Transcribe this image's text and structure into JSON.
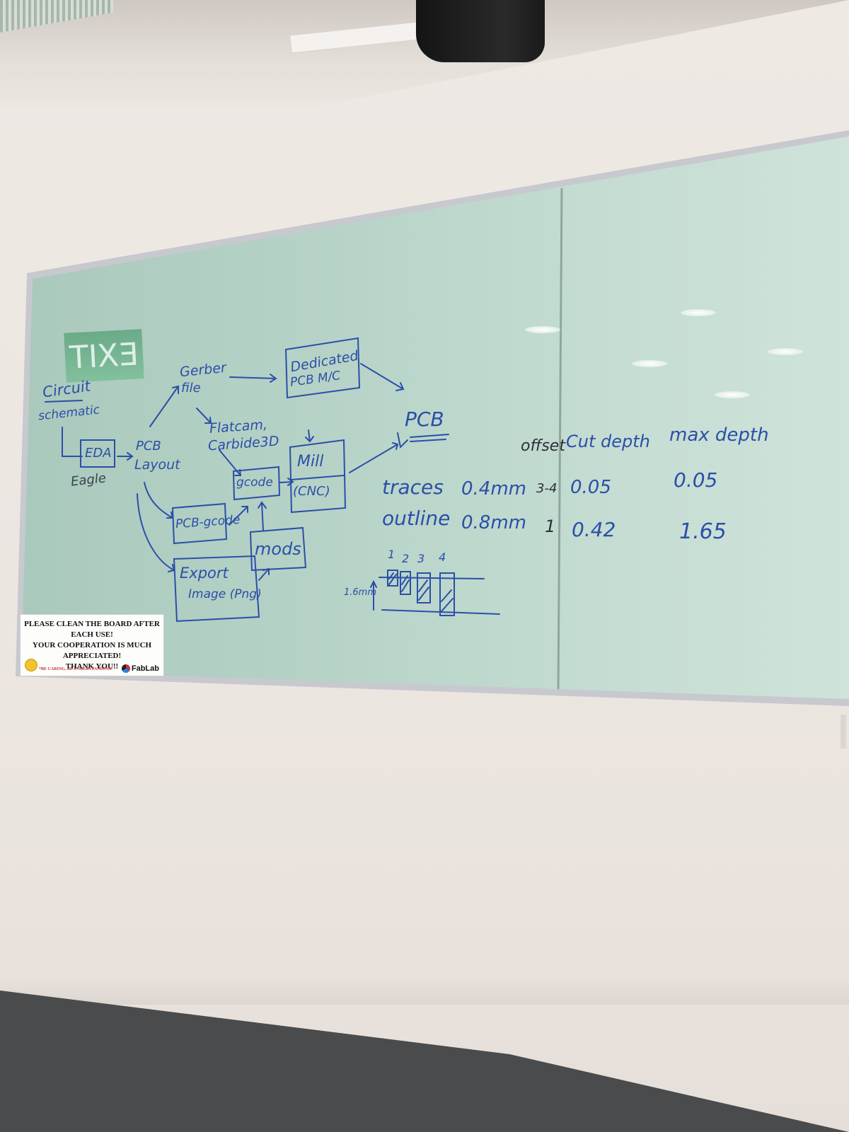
{
  "exit_sign": "EXIT",
  "notice": {
    "lines": [
      "PLEASE CLEAN THE BOARD AFTER EACH USE!",
      "YOUR COOPERATION IS MUCH APPRECIATED!",
      "THANK YOU!!"
    ],
    "footer": "*BE CARING, BE UNDERSTANDING!",
    "logo": "FabLab"
  },
  "whiteboard": {
    "flow": {
      "circuit": "Circuit",
      "schematic": "schematic",
      "eda": "EDA",
      "eagle": "Eagle",
      "pcb_layout_1": "PCB",
      "pcb_layout_2": "Layout",
      "gerber_1": "Gerber",
      "gerber_2": "file",
      "flatcam_1": "Flatcam,",
      "flatcam_2": "Carbide3D",
      "dedicated_1": "Dedicated",
      "dedicated_2": "PCB M/C",
      "gcode": "gcode",
      "mill_1": "Mill",
      "mill_2": "(CNC)",
      "pcb_gcode": "PCB-gcode",
      "mods": "mods",
      "export_1": "Export",
      "export_2": "Image (Png)",
      "pcb": "PCB"
    },
    "table": {
      "headers": [
        "offset",
        "Cut depth",
        "max depth"
      ],
      "rows": [
        {
          "name": "traces",
          "tool": "0.4mm",
          "offset": "3-4",
          "cut_depth": "0.05",
          "max_depth": "0.05"
        },
        {
          "name": "outline",
          "tool": "0.8mm",
          "offset": "1",
          "cut_depth": "0.42",
          "max_depth": "1.65"
        }
      ]
    },
    "pass_diagram": {
      "passes": [
        "1",
        "2",
        "3",
        "4"
      ],
      "thickness": "1.6mm"
    }
  }
}
